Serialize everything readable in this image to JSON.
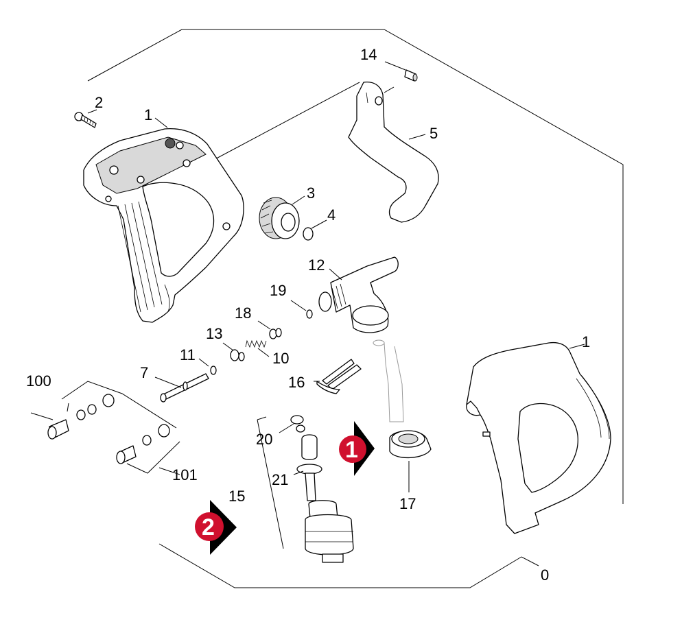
{
  "callouts": {
    "c0": "0",
    "c1_top": "1",
    "c1_right": "1",
    "c2": "2",
    "c3": "3",
    "c4": "4",
    "c5": "5",
    "c7": "7",
    "c10": "10",
    "c11": "11",
    "c12": "12",
    "c13": "13",
    "c14": "14",
    "c15": "15",
    "c16": "16",
    "c17": "17",
    "c18": "18",
    "c19": "19",
    "c20": "20",
    "c21": "21",
    "c100": "100",
    "c101": "101"
  },
  "markers": {
    "m1": "1",
    "m2": "2"
  },
  "colors": {
    "marker_red": "#d0102e",
    "marker_arrow": "#000000"
  }
}
